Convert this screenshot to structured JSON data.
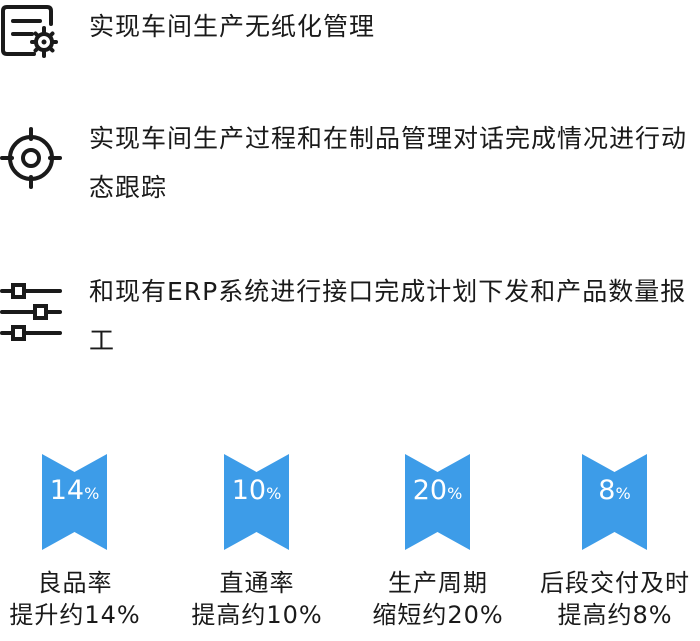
{
  "features": [
    {
      "icon": "settings-document-icon",
      "text": "实现车间生产无纸化管理"
    },
    {
      "icon": "target-icon",
      "text": "实现车间生产过程和在制品管理对话完成情况进行动态跟踪"
    },
    {
      "icon": "sliders-icon",
      "text": "和现有ERP系统进行接口完成计划下发和产品数量报工"
    }
  ],
  "stats": [
    {
      "value": "14",
      "unit": "%",
      "label_line1": "良品率",
      "label_line2": "提升约14%"
    },
    {
      "value": "10",
      "unit": "%",
      "label_line1": "直通率",
      "label_line2": "提高约10%"
    },
    {
      "value": "20",
      "unit": "%",
      "label_line1": "生产周期",
      "label_line2": "缩短约20%"
    },
    {
      "value": "8",
      "unit": "%",
      "label_line1": "后段交付及时",
      "label_line2": "提高约8%"
    }
  ],
  "colors": {
    "ribbon": "#3d9ce8",
    "icon": "#1a1a1a",
    "text": "#1a1a1a"
  }
}
